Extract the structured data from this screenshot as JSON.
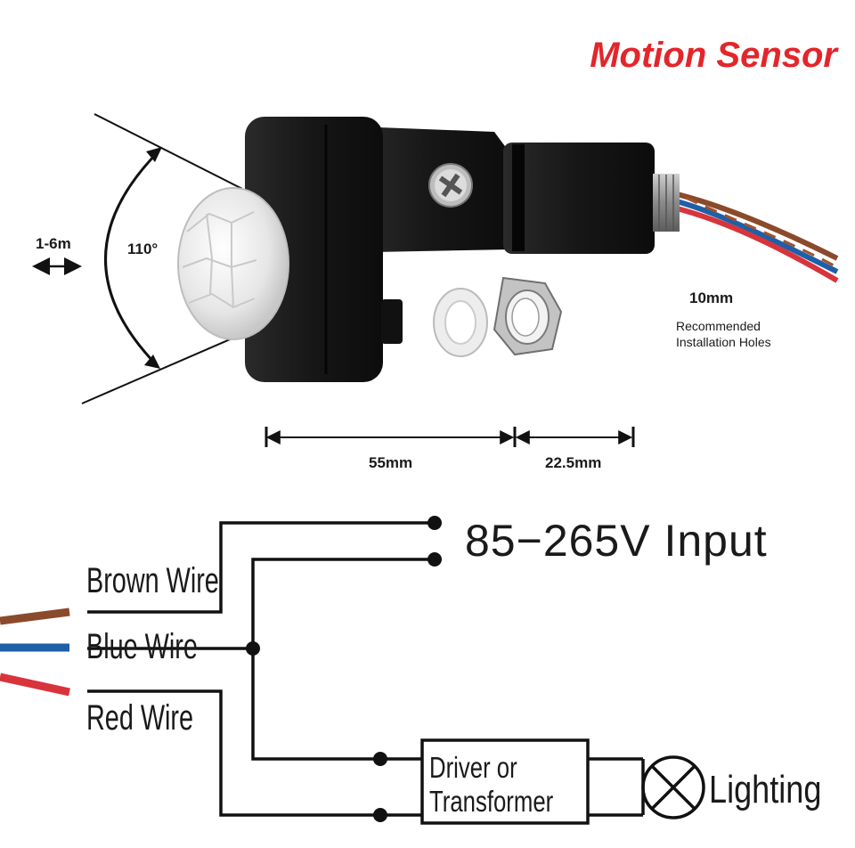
{
  "title": "Motion Sensor",
  "detection": {
    "range": "1-6m",
    "angle": "110°"
  },
  "dimensions": {
    "body_length": "55mm",
    "thread_length": "22.5mm"
  },
  "installation": {
    "hole_size": "10mm",
    "note_line1": "Recommended",
    "note_line2": "Installation Holes"
  },
  "wiring": {
    "input_label": "85−265V Input",
    "wires": [
      {
        "label": "Brown Wire",
        "color": "#8b4a2b"
      },
      {
        "label": "Blue Wire",
        "color": "#1f5fa8"
      },
      {
        "label": "Red Wire",
        "color": "#d8343b"
      }
    ],
    "driver_line1": "Driver or",
    "driver_line2": "Transformer",
    "load_label": "Lighting"
  },
  "colors": {
    "title": "#e3262b",
    "line": "#111111",
    "sensor_body": "#1b1b1b"
  }
}
